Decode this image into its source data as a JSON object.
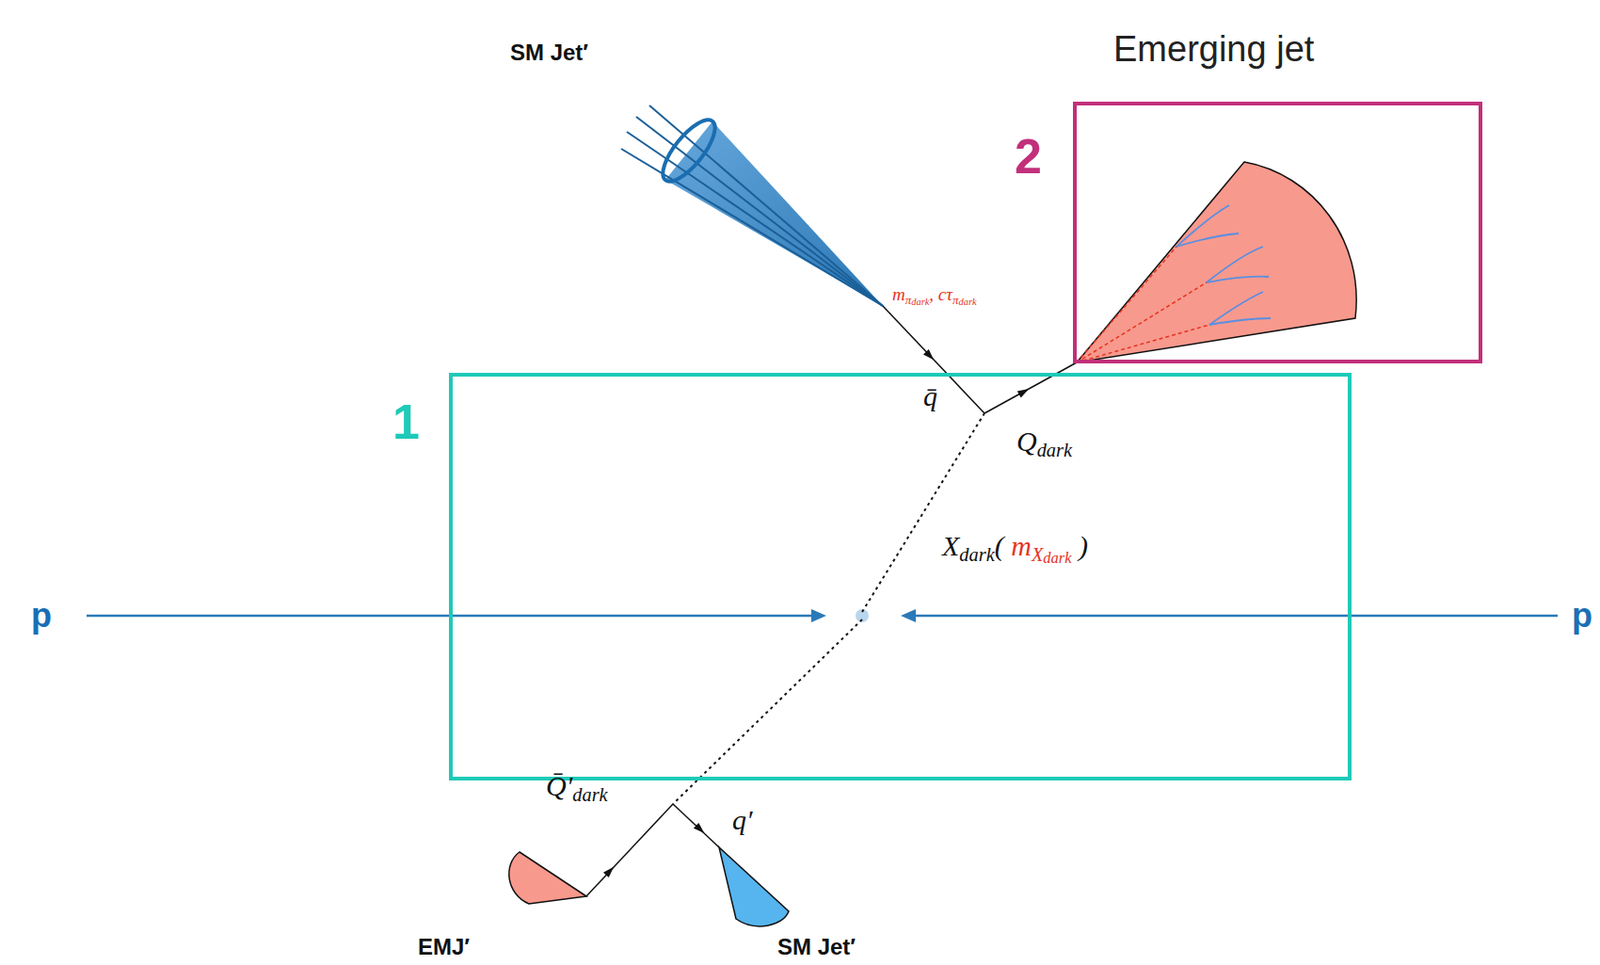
{
  "diagram": {
    "nodes": [
      {
        "text": [
          "2",
          "Emerging jet"
        ]
      },
      {
        "text": [
          "1",
          "q̄",
          "Qdark",
          "Xdark( mXdark )"
        ]
      }
    ],
    "labels": [
      "SM Jet′",
      "mπdark, cτπdark",
      "p",
      "p",
      "Q̄′dark",
      "q′",
      "EMJ′",
      "SM Jet′"
    ]
  }
}
